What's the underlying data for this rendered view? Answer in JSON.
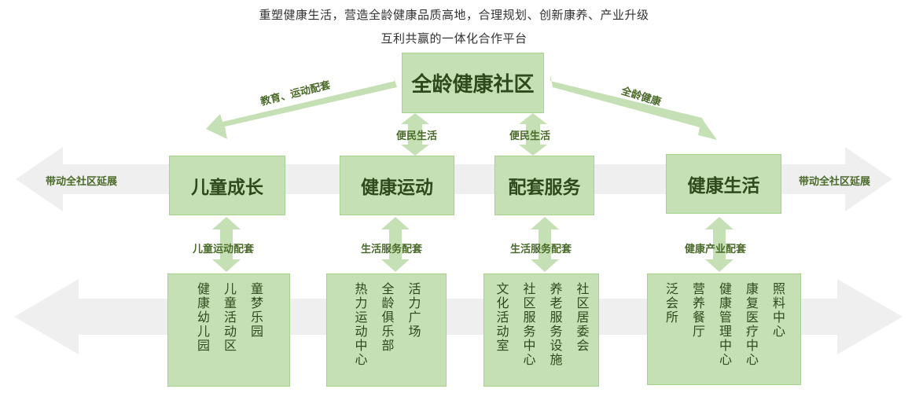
{
  "header": {
    "line1": "重塑健康生活，营造全龄健康品质高地，合理规划、创新康养、产业升级",
    "line2": "互利共赢的一体化合作平台"
  },
  "top_node": {
    "label": "全龄健康社区"
  },
  "top_arrow_labels": {
    "left": "教育、运动配套",
    "right": "全龄健康",
    "connector_a": "便民生活",
    "connector_b": "便民生活"
  },
  "extend_labels": {
    "left": "带动全社区延展",
    "right": "带动全社区延展"
  },
  "mid_nodes": [
    {
      "label": "儿童成长",
      "connector_label": "儿童运动配套",
      "facilities": [
        "健康幼儿园",
        "儿童活动区",
        "童梦乐园"
      ]
    },
    {
      "label": "健康运动",
      "connector_label": "生活服务配套",
      "facilities": [
        "热力运动中心",
        "全龄俱乐部",
        "活力广场"
      ]
    },
    {
      "label": "配套服务",
      "connector_label": "生活服务配套",
      "facilities": [
        "文化活动室",
        "社区服务中心",
        "养老服务设施",
        "社区居委会"
      ]
    },
    {
      "label": "健康生活",
      "connector_label": "健康产业配套",
      "facilities": [
        "泛会所",
        "营养餐厅",
        "健康管理中心",
        "康复医疗中心",
        "照料中心"
      ]
    }
  ],
  "colors": {
    "box_fill": "#c5e0b4",
    "box_border": "#a9d18e",
    "arrow_green": "#c5e0b4",
    "band_gray": "#efefef",
    "text_dark_green": "#2e4a1c",
    "label_green": "#4a6a2a"
  }
}
